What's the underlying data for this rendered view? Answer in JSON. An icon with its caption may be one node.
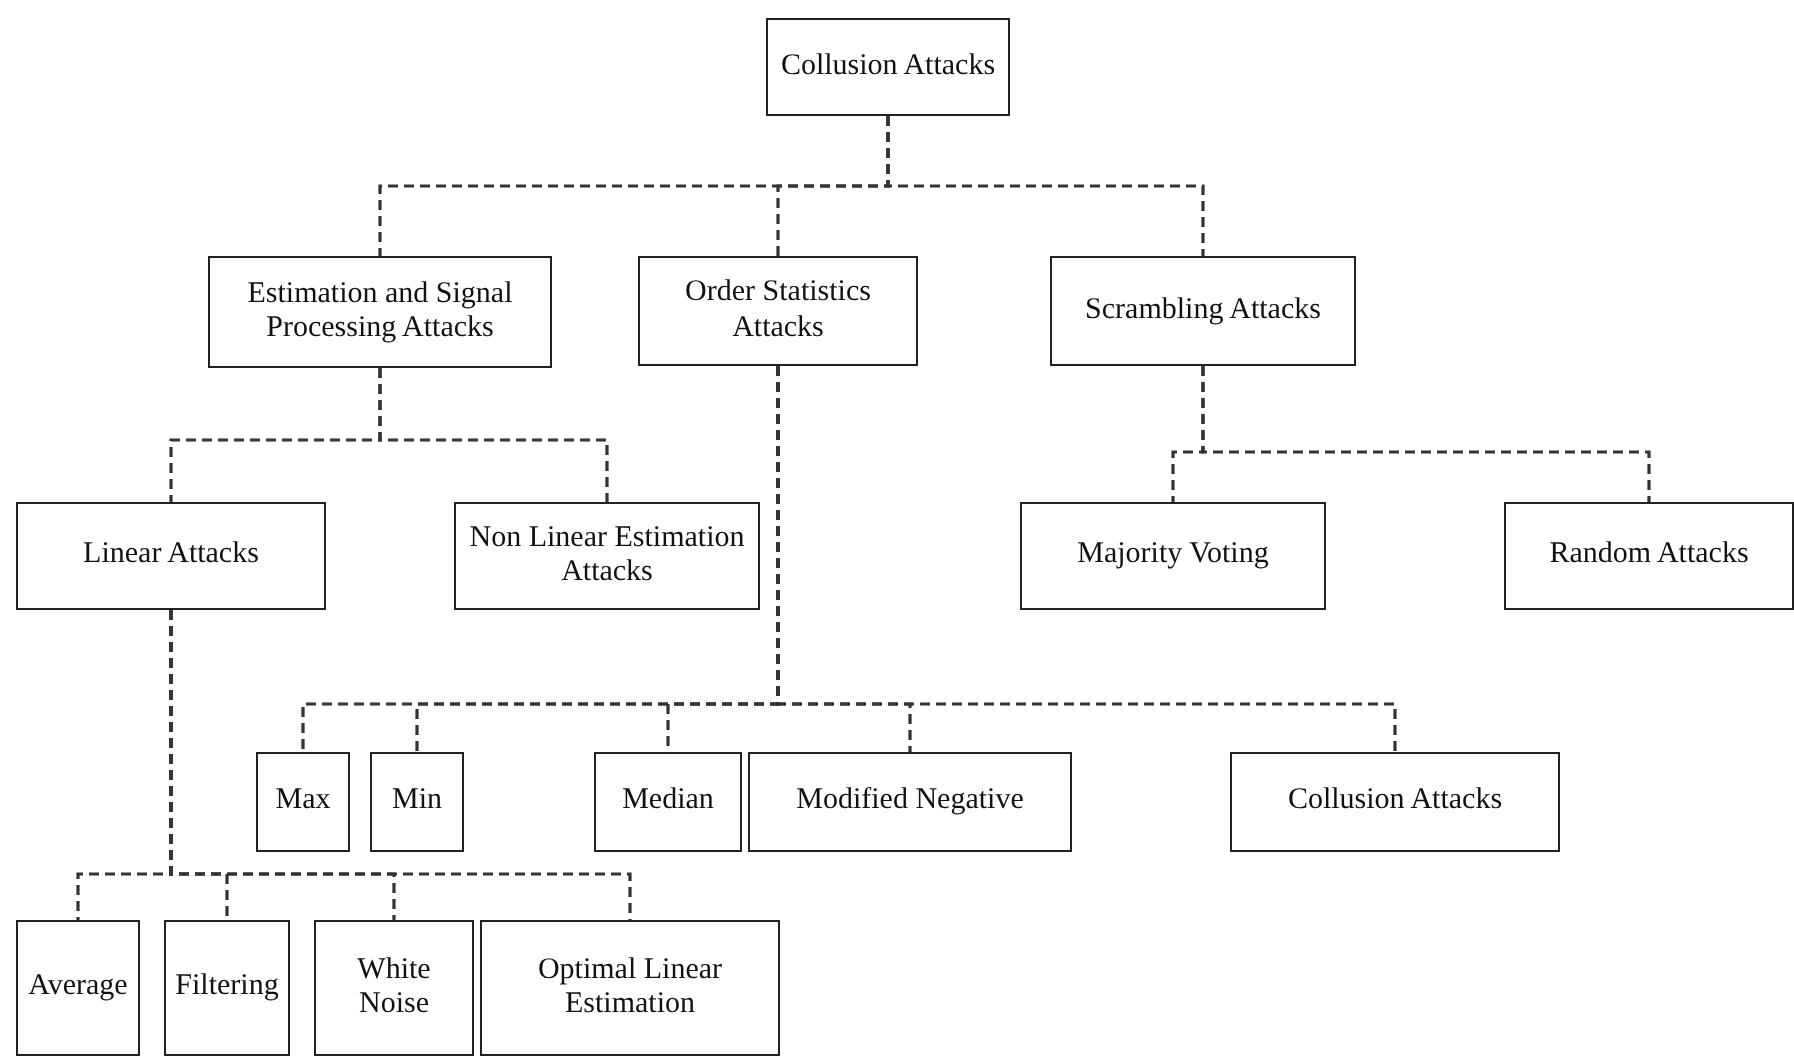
{
  "diagram": {
    "nodes": [
      {
        "text": [
          "Collusion Attacks"
        ]
      },
      {
        "text": [
          "Estimation and Signal Processing Attacks"
        ]
      },
      {
        "text": [
          "Order Statistics Attacks"
        ]
      },
      {
        "text": [
          "Scrambling Attacks"
        ]
      },
      {
        "text": [
          "Linear Attacks"
        ]
      },
      {
        "text": [
          "Non Linear Estimation Attacks"
        ]
      },
      {
        "text": [
          "Majority Voting"
        ]
      },
      {
        "text": [
          "Random Attacks"
        ]
      },
      {
        "text": [
          "Max"
        ]
      },
      {
        "text": [
          "Min"
        ]
      },
      {
        "text": [
          "Median"
        ]
      },
      {
        "text": [
          "Modified Negative"
        ]
      },
      {
        "text": [
          "Collusion Attacks"
        ]
      },
      {
        "text": [
          "Average"
        ]
      },
      {
        "text": [
          "Filtering"
        ]
      },
      {
        "text": [
          "White Noise"
        ]
      },
      {
        "text": [
          "Optimal Linear Estimation"
        ]
      }
    ],
    "edges": [
      {
        "from": 0,
        "to": 1,
        "arrow": "none",
        "style": "dashed"
      },
      {
        "from": 0,
        "to": 2,
        "arrow": "none",
        "style": "dashed"
      },
      {
        "from": 0,
        "to": 3,
        "arrow": "none",
        "style": "dashed"
      },
      {
        "from": 1,
        "to": 4,
        "arrow": "none",
        "style": "dashed"
      },
      {
        "from": 1,
        "to": 5,
        "arrow": "none",
        "style": "dashed"
      },
      {
        "from": 3,
        "to": 6,
        "arrow": "none",
        "style": "dashed"
      },
      {
        "from": 3,
        "to": 7,
        "arrow": "none",
        "style": "dashed"
      },
      {
        "from": 2,
        "to": 8,
        "arrow": "none",
        "style": "dashed"
      },
      {
        "from": 2,
        "to": 9,
        "arrow": "none",
        "style": "dashed"
      },
      {
        "from": 2,
        "to": 10,
        "arrow": "none",
        "style": "dashed"
      },
      {
        "from": 2,
        "to": 11,
        "arrow": "none",
        "style": "dashed"
      },
      {
        "from": 2,
        "to": 12,
        "arrow": "none",
        "style": "dashed"
      },
      {
        "from": 4,
        "to": 13,
        "arrow": "none",
        "style": "dashed"
      },
      {
        "from": 4,
        "to": 14,
        "arrow": "none",
        "style": "dashed"
      },
      {
        "from": 4,
        "to": 15,
        "arrow": "none",
        "style": "dashed"
      },
      {
        "from": 4,
        "to": 16,
        "arrow": "none",
        "style": "dashed"
      }
    ]
  }
}
